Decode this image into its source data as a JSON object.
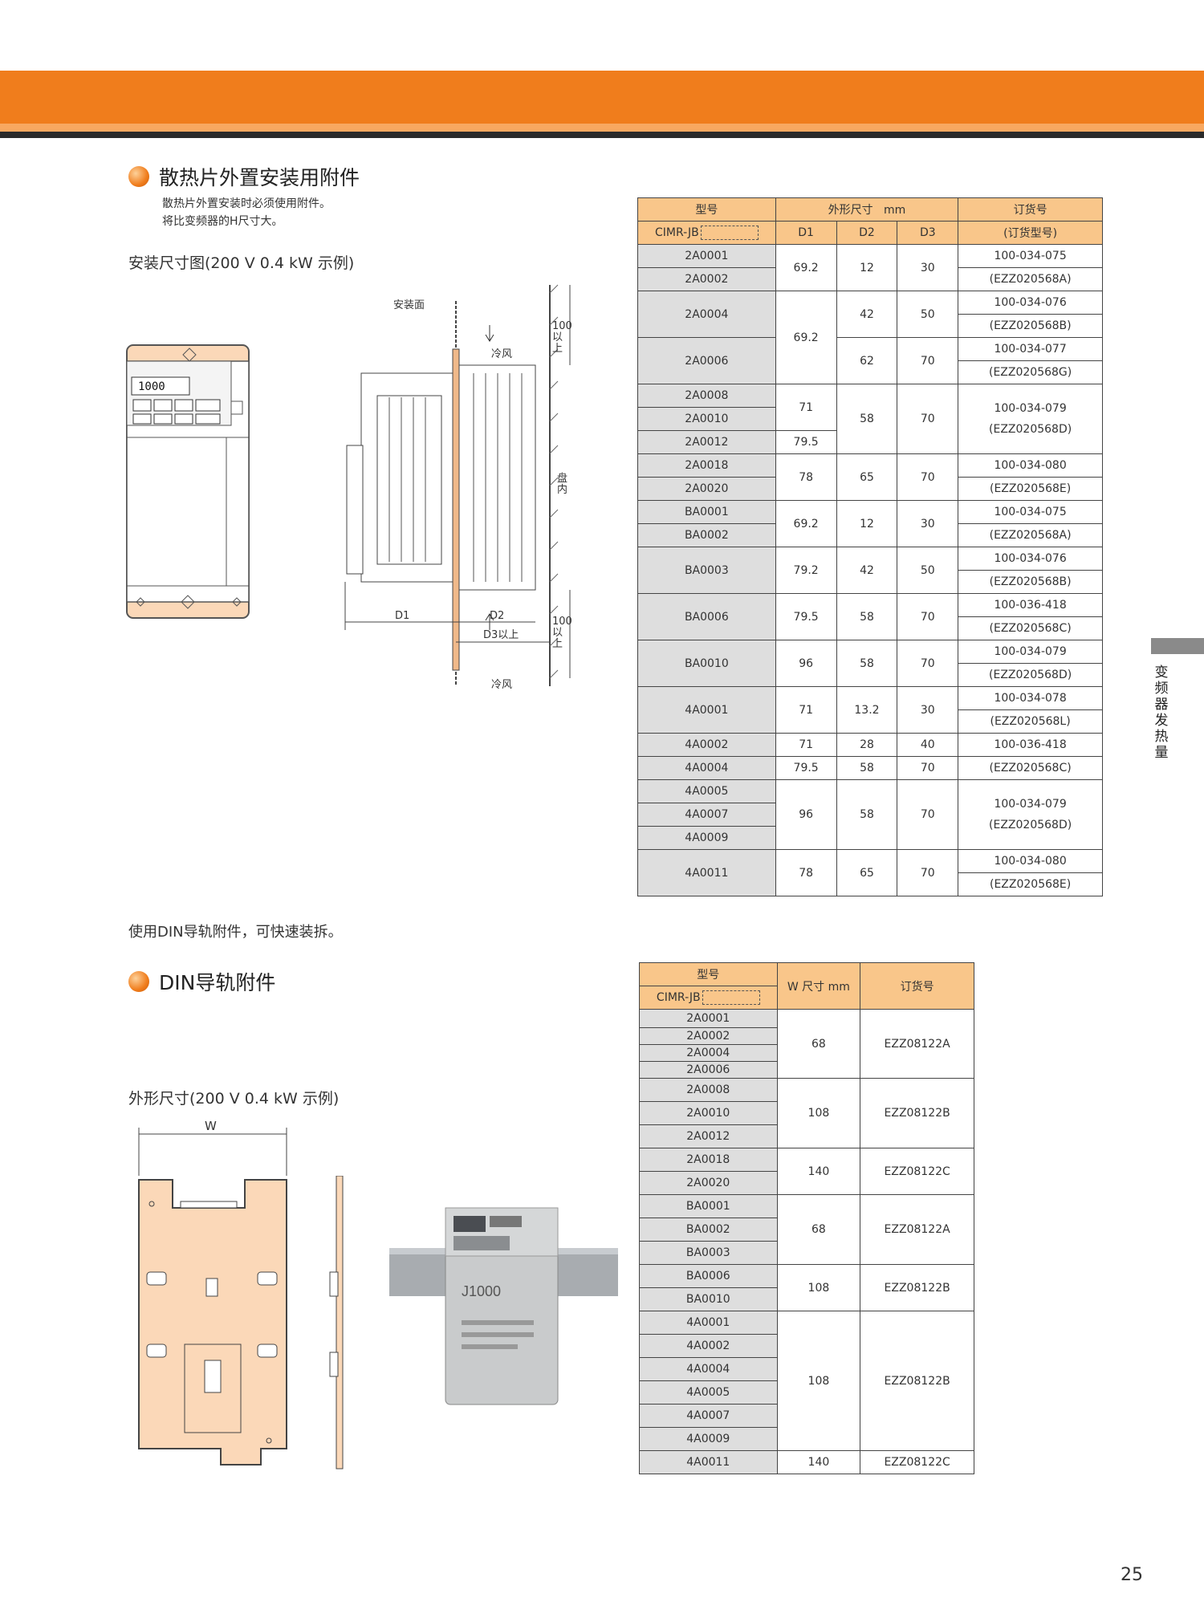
{
  "header": {
    "accent": "#f07d1c",
    "dark": "#2a2a2a"
  },
  "section1": {
    "title": "散热片外置安装用附件",
    "desc1": "散热片外置安装时必须使用附件。",
    "desc2": "将比变频器的H尺寸大。",
    "subtitle": "安装尺寸图(200 V 0.4 kW 示例)",
    "labels": {
      "mount_surface": "安装面",
      "cool_air_top": "冷风",
      "cool_air_bottom": "冷风",
      "clearance_top": "100以上",
      "clearance_bottom": "100以上",
      "d1": "D1",
      "d2": "D2",
      "d3": "D3以上",
      "wall": "盘内",
      "display": "1000"
    }
  },
  "table1": {
    "header": {
      "model": "型号",
      "model_prefix": "CIMR-JB",
      "dims": "外形尺寸",
      "unit": "mm",
      "order_no": "订货号",
      "order_type": "(订货型号)",
      "d1": "D1",
      "d2": "D2",
      "d3": "D3"
    },
    "rows": [
      {
        "m": "2A0001"
      },
      {
        "m": "2A0002"
      },
      {
        "m": "2A0004"
      },
      {
        "m": "2A0006"
      },
      {
        "m": "2A0008"
      },
      {
        "m": "2A0010"
      },
      {
        "m": "2A0012"
      },
      {
        "m": "2A0018"
      },
      {
        "m": "2A0020"
      },
      {
        "m": "BA0001"
      },
      {
        "m": "BA0002"
      },
      {
        "m": "BA0003"
      },
      {
        "m": "BA0006"
      },
      {
        "m": "BA0010"
      },
      {
        "m": "4A0001"
      },
      {
        "m": "4A0002"
      },
      {
        "m": "4A0004"
      },
      {
        "m": "4A0005"
      },
      {
        "m": "4A0007"
      },
      {
        "m": "4A0009"
      },
      {
        "m": "4A0011"
      }
    ],
    "vals": {
      "g1_d1": "69.2",
      "g1_d2": "12",
      "g1_d3": "30",
      "g1_o": "100-034-075",
      "g1_t": "(EZZ020568A)",
      "g2_d1": "69.2",
      "g2a_d2": "42",
      "g2a_d3": "50",
      "g2a_o": "100-034-076",
      "g2a_t": "(EZZ020568B)",
      "g2b_d2": "62",
      "g2b_d3": "70",
      "g2b_o": "100-034-077",
      "g2b_t": "(EZZ020568G)",
      "g3_d1a": "71",
      "g3_d1b": "79.5",
      "g3_d2": "58",
      "g3_d3": "70",
      "g3_o": "100-034-079",
      "g3_t": "(EZZ020568D)",
      "g4_d1": "78",
      "g4_d2": "65",
      "g4_d3": "70",
      "g4_o": "100-034-080",
      "g4_t": "(EZZ020568E)",
      "g5_d1": "69.2",
      "g5_d2": "12",
      "g5_d3": "30",
      "g5_o": "100-034-075",
      "g5_t": "(EZZ020568A)",
      "g6_d1": "79.2",
      "g6_d2": "42",
      "g6_d3": "50",
      "g6_o": "100-034-076",
      "g6_t": "(EZZ020568B)",
      "g7_d1": "79.5",
      "g7_d2": "58",
      "g7_d3": "70",
      "g7_o": "100-036-418",
      "g7_t": "(EZZ020568C)",
      "g8_d1": "96",
      "g8_d2": "58",
      "g8_d3": "70",
      "g8_o": "100-034-079",
      "g8_t": "(EZZ020568D)",
      "g9_d1": "71",
      "g9_d2": "13.2",
      "g9_d3": "30",
      "g9_o": "100-034-078",
      "g9_t": "(EZZ020568L)",
      "g10a_d1": "71",
      "g10a_d2": "28",
      "g10a_d3": "40",
      "g10b_d1": "79.5",
      "g10b_d2": "58",
      "g10b_d3": "70",
      "g10_o": "100-036-418",
      "g10_t": "(EZZ020568C)",
      "g11_d1": "96",
      "g11_d2": "58",
      "g11_d3": "70",
      "g11_o": "100-034-079",
      "g11_t": "(EZZ020568D)",
      "g12_d1": "78",
      "g12_d2": "65",
      "g12_d3": "70",
      "g12_o": "100-034-080",
      "g12_t": "(EZZ020568E)"
    }
  },
  "din_note": "使用DIN导轨附件，可快速装拆。",
  "section2": {
    "title": "DIN导轨附件",
    "subtitle": "外形尺寸(200 V 0.4 kW 示例)",
    "w_label": "W",
    "product_name": "J1000"
  },
  "table2": {
    "header": {
      "model": "型号",
      "model_prefix": "CIMR-JB",
      "w": "W 尺寸 mm",
      "order": "订货号"
    },
    "rows": [
      "2A0001",
      "2A0002",
      "2A0004",
      "2A0006",
      "2A0008",
      "2A0010",
      "2A0012",
      "2A0018",
      "2A0020",
      "BA0001",
      "BA0002",
      "BA0003",
      "BA0006",
      "BA0010",
      "4A0001",
      "4A0002",
      "4A0004",
      "4A0005",
      "4A0007",
      "4A0009",
      "4A0011"
    ],
    "groups": {
      "a_w": "68",
      "a_o": "EZZ08122A",
      "b_w": "108",
      "b_o": "EZZ08122B",
      "c_w": "140",
      "c_o": "EZZ08122C",
      "d_w": "68",
      "d_o": "EZZ08122A",
      "e_w": "108",
      "e_o": "EZZ08122B",
      "f_w": "108",
      "f_o": "EZZ08122B",
      "g_w": "140",
      "g_o": "EZZ08122C"
    }
  },
  "side_tab": "变频器发热量",
  "page_number": "25"
}
